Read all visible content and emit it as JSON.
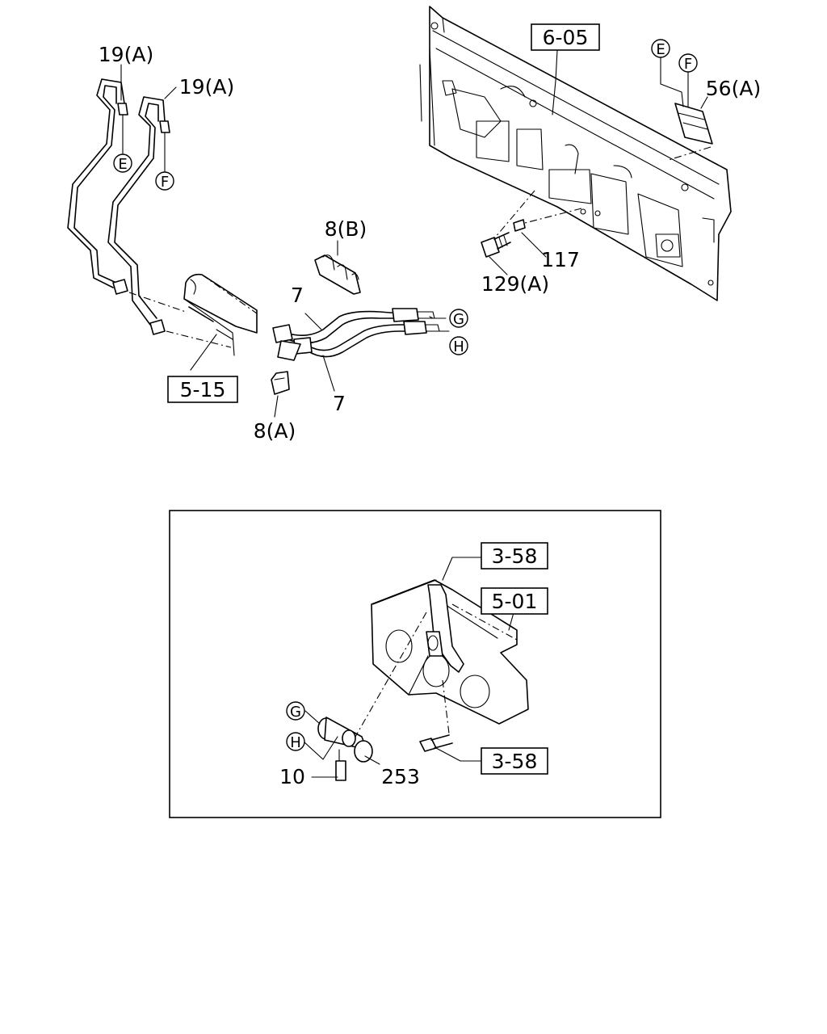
{
  "labels": {
    "ref_6_05": "6-05",
    "ref_5_15": "5-15",
    "ref_3_58_top": "3-58",
    "ref_5_01": "5-01",
    "ref_3_58_bottom": "3-58",
    "part_19a_left": "19(A)",
    "part_19a_right": "19(A)",
    "part_56a": "56(A)",
    "part_8b": "8(B)",
    "part_8a": "8(A)",
    "part_7_upper": "7",
    "part_7_lower": "7",
    "part_117": "117",
    "part_129a": "129(A)",
    "part_10": "10",
    "part_253": "253"
  },
  "connectors": {
    "e_left": "E",
    "f_left": "F",
    "e_right": "E",
    "f_right": "F",
    "g_top": "G",
    "h_top": "H",
    "g_inset": "G",
    "h_inset": "H"
  }
}
